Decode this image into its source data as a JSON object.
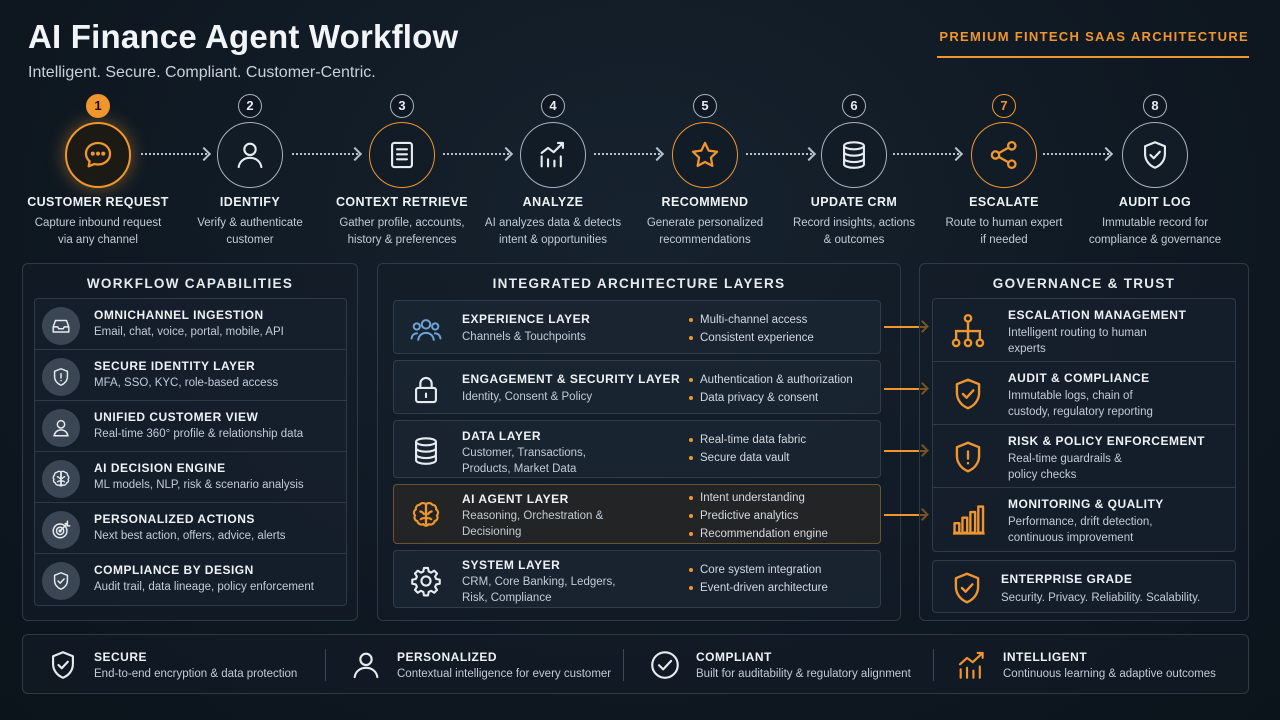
{
  "header": {
    "title": "AI Finance Agent Workflow",
    "subtitle": "Intelligent. Secure. Compliant. Customer-Centric.",
    "tagline": "PREMIUM FINTECH SAAS ARCHITECTURE"
  },
  "colors": {
    "accent": "#f0962e",
    "background": "#0f1822",
    "neutral_stroke": "#a8b3be"
  },
  "steps": [
    {
      "num": "1",
      "label": "CUSTOMER REQUEST",
      "desc1": "Capture inbound request",
      "desc2": "via any channel",
      "icon": "chat-bubble-icon"
    },
    {
      "num": "2",
      "label": "IDENTIFY",
      "desc1": "Verify & authenticate",
      "desc2": "customer",
      "icon": "user-icon"
    },
    {
      "num": "3",
      "label": "CONTEXT RETRIEVE",
      "desc1": "Gather profile, accounts,",
      "desc2": "history & preferences",
      "icon": "document-icon"
    },
    {
      "num": "4",
      "label": "ANALYZE",
      "desc1": "AI analyzes data & detects",
      "desc2": "intent & opportunities",
      "icon": "trend-chart-icon"
    },
    {
      "num": "5",
      "label": "RECOMMEND",
      "desc1": "Generate personalized",
      "desc2": "recommendations",
      "icon": "star-icon"
    },
    {
      "num": "6",
      "label": "UPDATE CRM",
      "desc1": "Record insights, actions",
      "desc2": "& outcomes",
      "icon": "database-icon"
    },
    {
      "num": "7",
      "label": "ESCALATE",
      "desc1": "Route to human expert",
      "desc2": "if needed",
      "icon": "share-icon"
    },
    {
      "num": "8",
      "label": "AUDIT LOG",
      "desc1": "Immutable record for",
      "desc2": "compliance & governance",
      "icon": "shield-check-icon"
    }
  ],
  "capabilities": {
    "title": "WORKFLOW CAPABILITIES",
    "items": [
      {
        "name": "OMNICHANNEL INGESTION",
        "desc": "Email, chat, voice, portal, mobile, API",
        "icon": "inbox-icon"
      },
      {
        "name": "SECURE IDENTITY LAYER",
        "desc": "MFA, SSO, KYC, role-based access",
        "icon": "shield-alert-icon"
      },
      {
        "name": "UNIFIED CUSTOMER VIEW",
        "desc": "Real-time 360° profile & relationship data",
        "icon": "user-icon"
      },
      {
        "name": "AI DECISION ENGINE",
        "desc": "ML models, NLP, risk & scenario analysis",
        "icon": "brain-icon"
      },
      {
        "name": "PERSONALIZED ACTIONS",
        "desc": "Next best action, offers, advice, alerts",
        "icon": "target-icon"
      },
      {
        "name": "COMPLIANCE BY DESIGN",
        "desc": "Audit trail, data lineage, policy enforcement",
        "icon": "shield-check-icon"
      }
    ]
  },
  "architecture": {
    "title": "INTEGRATED ARCHITECTURE LAYERS",
    "layers": [
      {
        "name": "EXPERIENCE LAYER",
        "desc": "Channels & Touchpoints",
        "bullets": [
          "Multi-channel access",
          "Consistent experience"
        ],
        "icon": "users-icon"
      },
      {
        "name": "ENGAGEMENT & SECURITY LAYER",
        "desc": "Identity, Consent & Policy",
        "bullets": [
          "Authentication & authorization",
          "Data privacy & consent"
        ],
        "icon": "lock-icon"
      },
      {
        "name": "DATA LAYER",
        "desc": "Customer, Transactions, Products, Market Data",
        "bullets": [
          "Real-time data fabric",
          "Secure data vault"
        ],
        "icon": "database-icon"
      },
      {
        "name": "AI AGENT LAYER",
        "desc": "Reasoning, Orchestration & Decisioning",
        "bullets": [
          "Intent understanding",
          "Predictive analytics",
          "Recommendation engine"
        ],
        "icon": "brain-icon"
      },
      {
        "name": "SYSTEM LAYER",
        "desc": "CRM, Core Banking, Ledgers, Risk, Compliance",
        "bullets": [
          "Core system integration",
          "Event-driven architecture"
        ],
        "icon": "gear-icon"
      }
    ]
  },
  "governance": {
    "title": "GOVERNANCE & TRUST",
    "items": [
      {
        "name": "ESCALATION MANAGEMENT",
        "desc": "Intelligent routing to human experts",
        "icon": "hierarchy-icon"
      },
      {
        "name": "AUDIT & COMPLIANCE",
        "desc": "Immutable logs, chain of custody, regulatory reporting",
        "icon": "shield-check-icon"
      },
      {
        "name": "RISK & POLICY ENFORCEMENT",
        "desc": "Real-time guardrails & policy checks",
        "icon": "shield-alert-icon"
      },
      {
        "name": "MONITORING & QUALITY",
        "desc": "Performance, drift detection, continuous improvement",
        "icon": "bar-chart-icon"
      }
    ],
    "enterprise": {
      "name": "ENTERPRISE GRADE",
      "desc": "Security. Privacy. Reliability. Scalability.",
      "icon": "shield-check-icon"
    }
  },
  "pillars": [
    {
      "name": "SECURE",
      "desc": "End-to-end encryption & data protection",
      "icon": "shield-check-icon"
    },
    {
      "name": "PERSONALIZED",
      "desc": "Contextual intelligence for every customer",
      "icon": "user-icon"
    },
    {
      "name": "COMPLIANT",
      "desc": "Built for auditability & regulatory alignment",
      "icon": "check-circle-icon"
    },
    {
      "name": "INTELLIGENT",
      "desc": "Continuous learning & adaptive outcomes",
      "icon": "growth-chart-icon"
    }
  ]
}
